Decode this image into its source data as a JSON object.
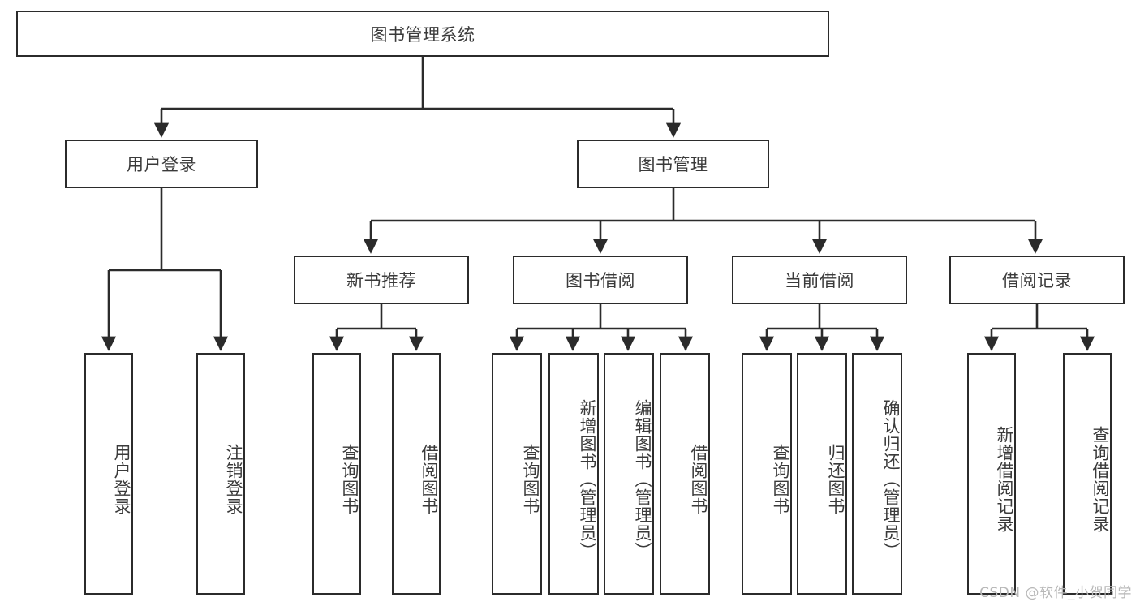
{
  "diagram": {
    "title": "图书管理系统",
    "type": "tree-hierarchy",
    "watermark": "CSDN @软件_小贺同学",
    "colors": {
      "stroke": "#2b2b2b",
      "box_fill": "#ffffff",
      "text": "#3a3a3a",
      "watermark": "#b7b7b7",
      "background": "#ffffff"
    },
    "root": {
      "label": "图书管理系统"
    },
    "level2": [
      {
        "label": "用户登录"
      },
      {
        "label": "图书管理"
      }
    ],
    "level3": [
      {
        "label": "新书推荐"
      },
      {
        "label": "图书借阅"
      },
      {
        "label": "当前借阅"
      },
      {
        "label": "借阅记录"
      }
    ],
    "leaves": {
      "user_login": [
        {
          "label": "用户登录"
        },
        {
          "label": "注销登录"
        }
      ],
      "new_book_recommend": [
        {
          "label": "查询图书"
        },
        {
          "label": "借阅图书"
        }
      ],
      "book_borrow": [
        {
          "label": "查询图书"
        },
        {
          "label": "新增图书（管理员）"
        },
        {
          "label": "编辑图书（管理员）"
        },
        {
          "label": "借阅图书"
        }
      ],
      "current_borrow": [
        {
          "label": "查询图书"
        },
        {
          "label": "归还图书"
        },
        {
          "label": "确认归还（管理员）"
        }
      ],
      "borrow_record": [
        {
          "label": "新增借阅记录"
        },
        {
          "label": "查询借阅记录"
        }
      ]
    }
  }
}
